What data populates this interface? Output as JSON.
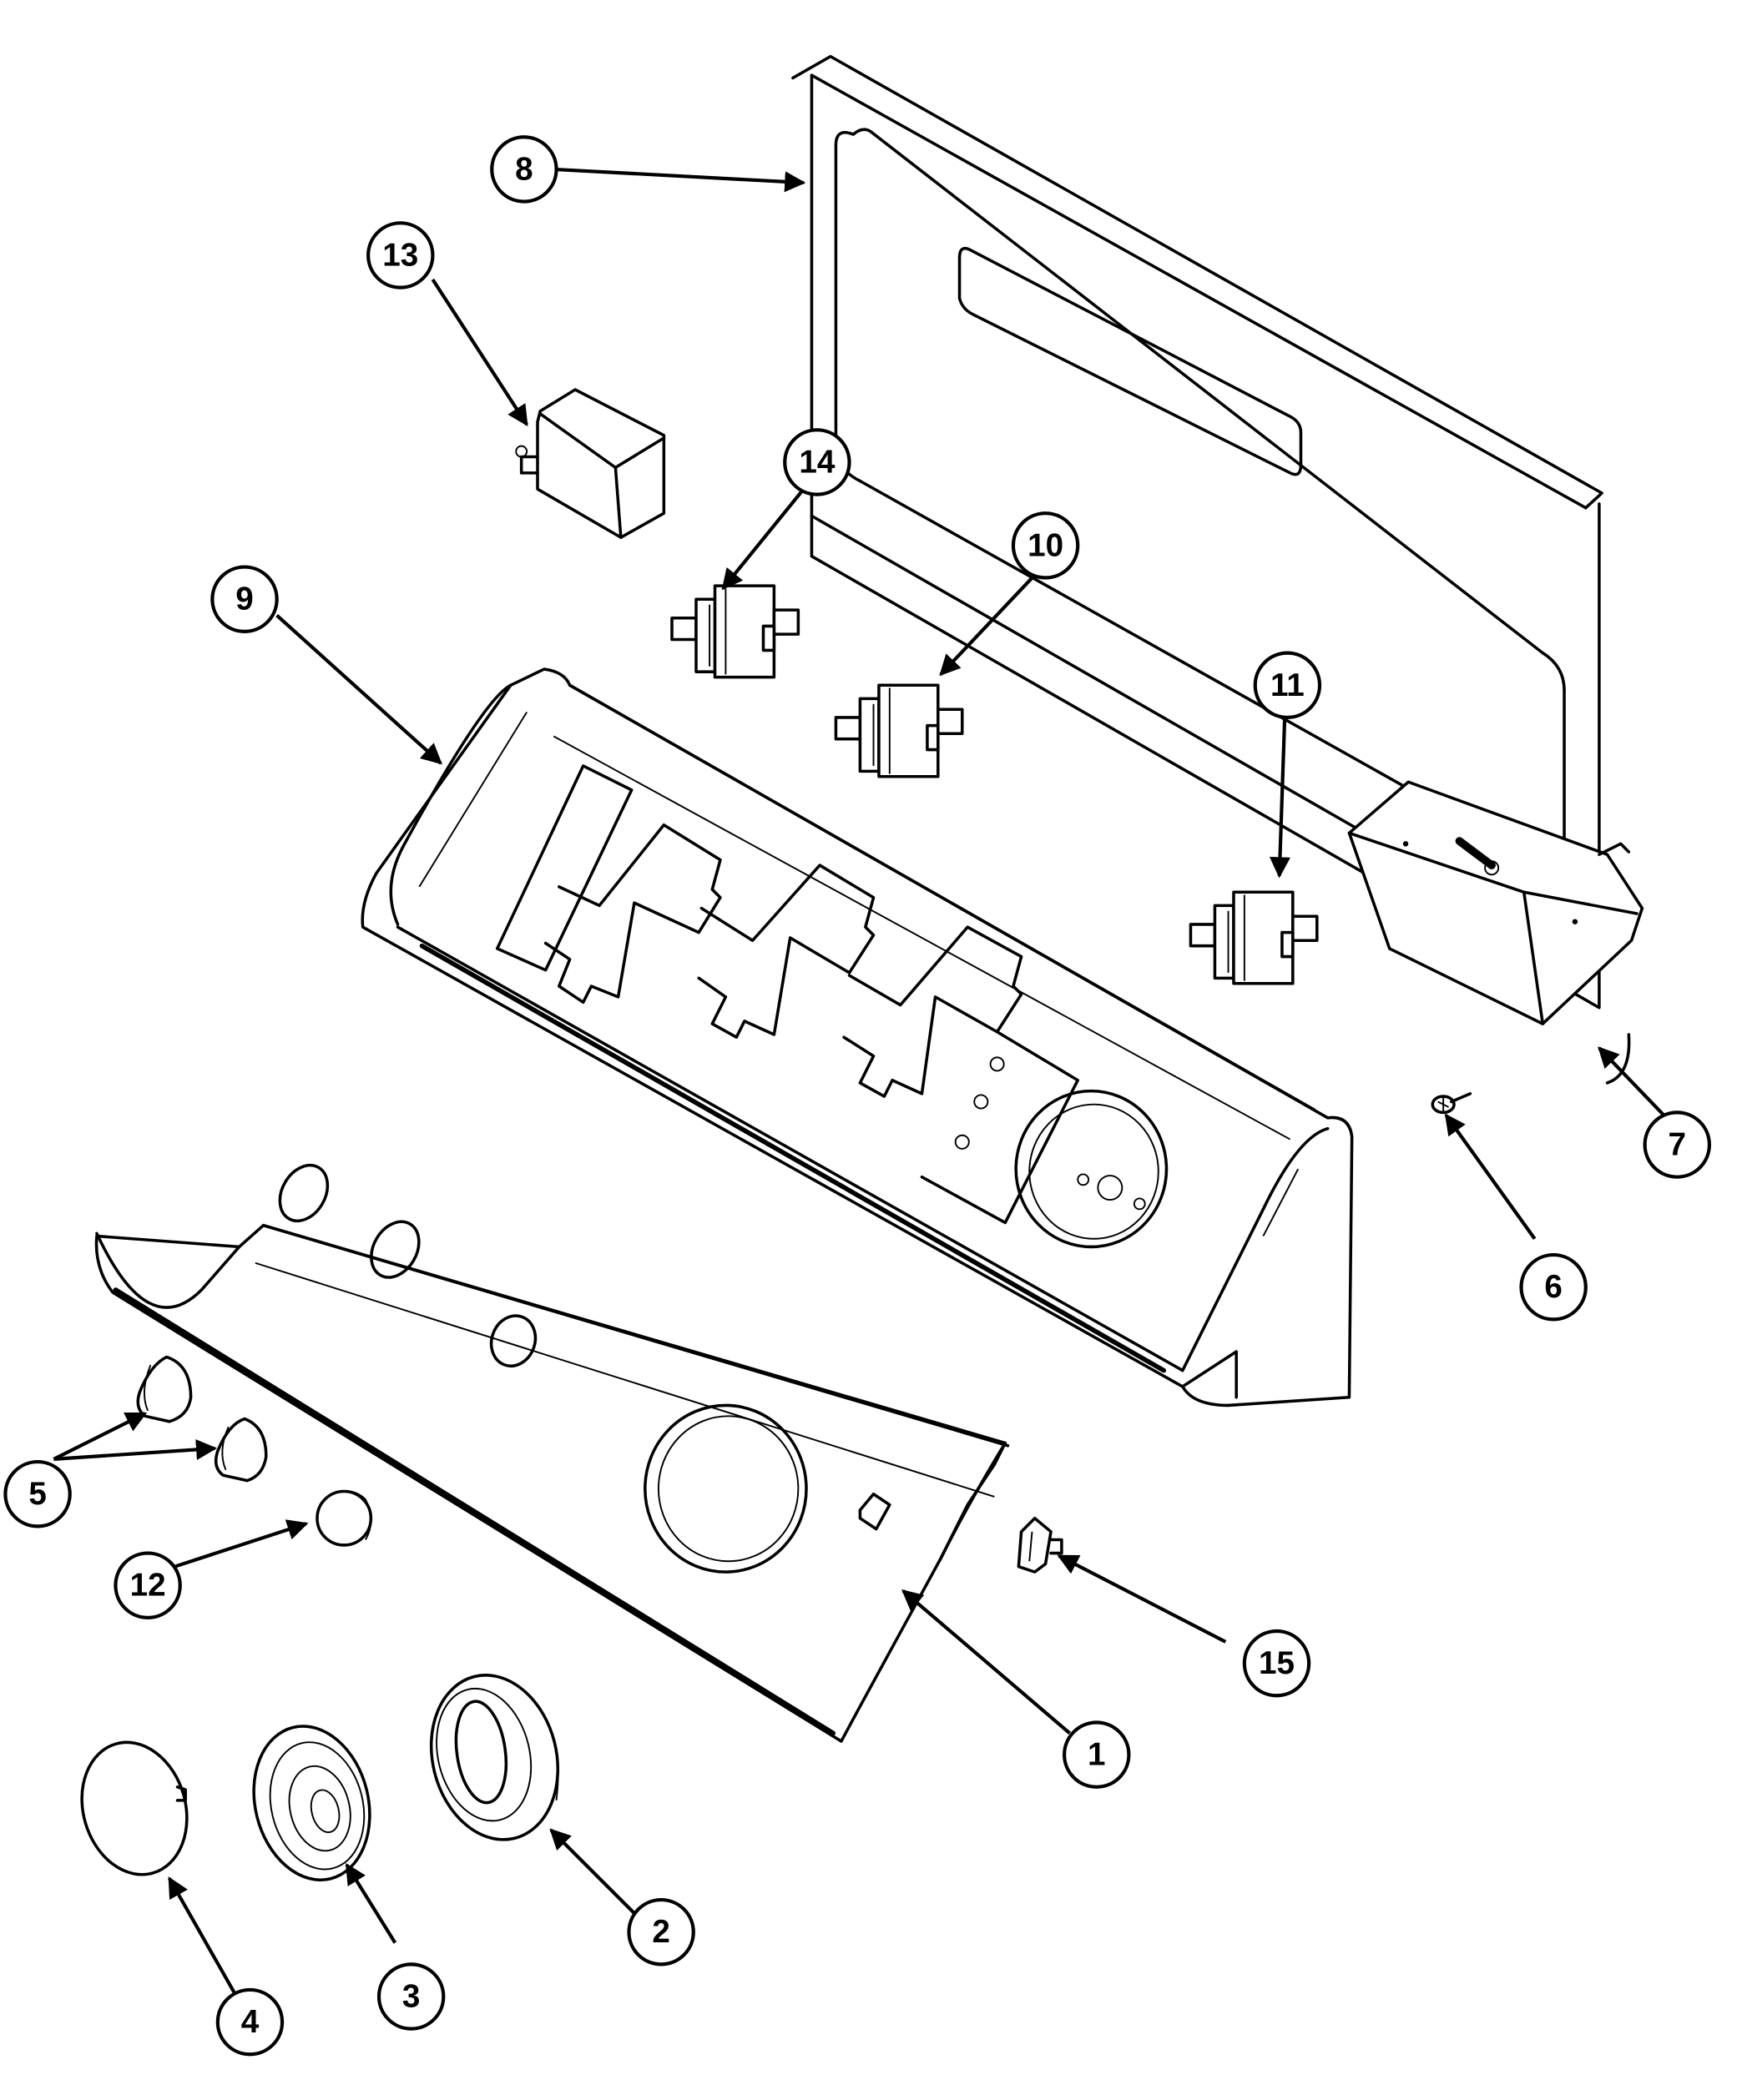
{
  "diagram": {
    "type": "exploded-parts-view",
    "subject": "Appliance control panel assembly",
    "callouts": [
      {
        "id": "1",
        "label": "1",
        "part": "control-panel-front"
      },
      {
        "id": "2",
        "label": "2",
        "part": "bezel-ring"
      },
      {
        "id": "3",
        "label": "3",
        "part": "timer-knob"
      },
      {
        "id": "4",
        "label": "4",
        "part": "knob-cap"
      },
      {
        "id": "5",
        "label": "5",
        "part": "selector-knobs"
      },
      {
        "id": "6",
        "label": "6",
        "part": "screw"
      },
      {
        "id": "7",
        "label": "7",
        "part": "timer"
      },
      {
        "id": "8",
        "label": "8",
        "part": "rear-panel"
      },
      {
        "id": "9",
        "label": "9",
        "part": "control-console"
      },
      {
        "id": "10",
        "label": "10",
        "part": "rotary-switch"
      },
      {
        "id": "11",
        "label": "11",
        "part": "rotary-switch"
      },
      {
        "id": "12",
        "label": "12",
        "part": "push-button"
      },
      {
        "id": "13",
        "label": "13",
        "part": "buzzer-block"
      },
      {
        "id": "14",
        "label": "14",
        "part": "rotary-switch"
      },
      {
        "id": "15",
        "label": "15",
        "part": "rocker-switch"
      }
    ]
  },
  "colors": {
    "line": "#000000",
    "background": "#ffffff"
  }
}
